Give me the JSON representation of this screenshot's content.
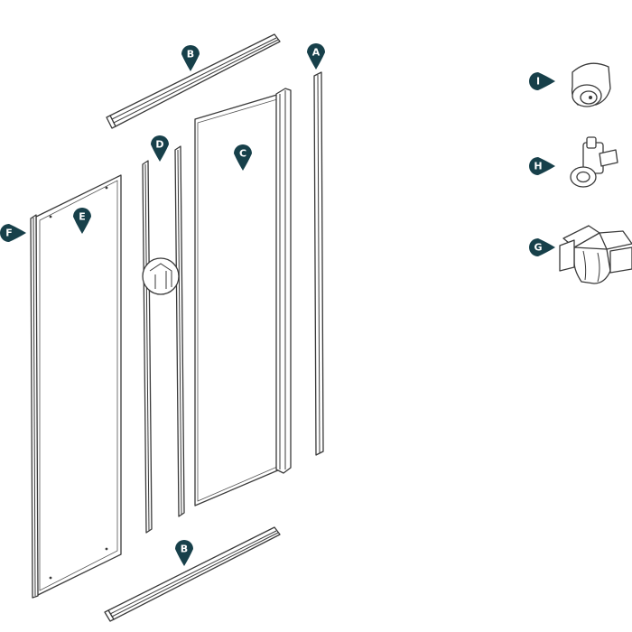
{
  "colors": {
    "marker": "#17404a",
    "marker_text": "#ffffff",
    "line": "#3a3a3a",
    "background": "#ffffff"
  },
  "labels": {
    "A": "A",
    "B_top": "B",
    "B_bottom": "B",
    "C": "C",
    "D": "D",
    "E": "E",
    "F": "F",
    "G": "G",
    "H": "H",
    "I": "I"
  }
}
